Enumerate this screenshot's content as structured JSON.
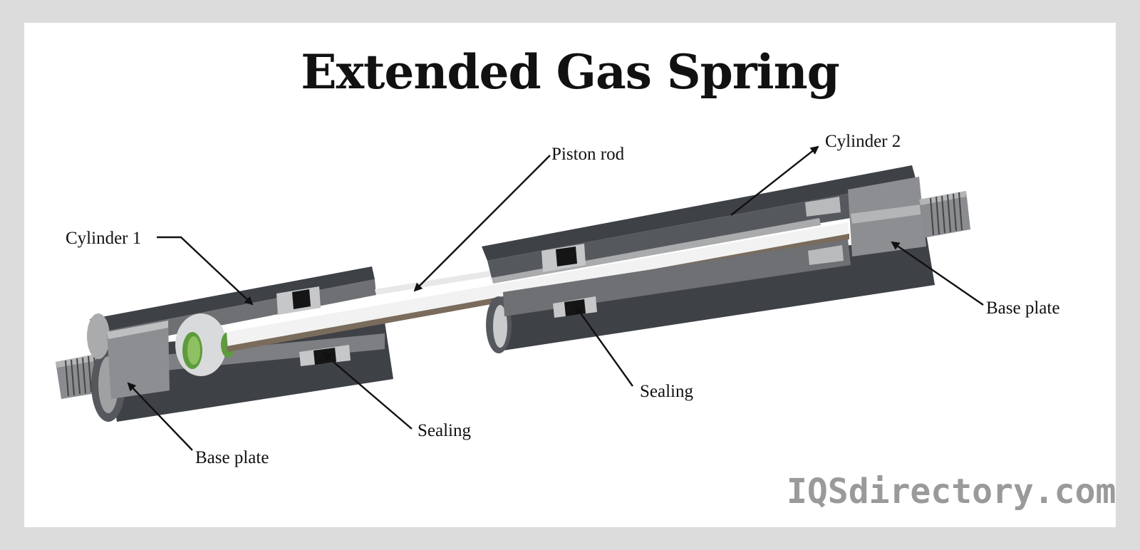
{
  "title": "Extended Gas Spring",
  "labels": {
    "piston_rod": "Piston rod",
    "cylinder_1": "Cylinder 1",
    "cylinder_2": "Cylinder 2",
    "base_plate_left": "Base plate",
    "base_plate_right": "Base plate",
    "sealing_left": "Sealing",
    "sealing_right": "Sealing"
  },
  "watermark": "IQSdirectory.com",
  "colors": {
    "background": "#dcdcdc",
    "card": "#ffffff",
    "cylinder_dark": "#3e4146",
    "cylinder_mid": "#6e7073",
    "cylinder_light": "#a9abad",
    "seal": "#151515",
    "accent_green": "#5d9b3c",
    "watermark": "#9a9a9a"
  }
}
